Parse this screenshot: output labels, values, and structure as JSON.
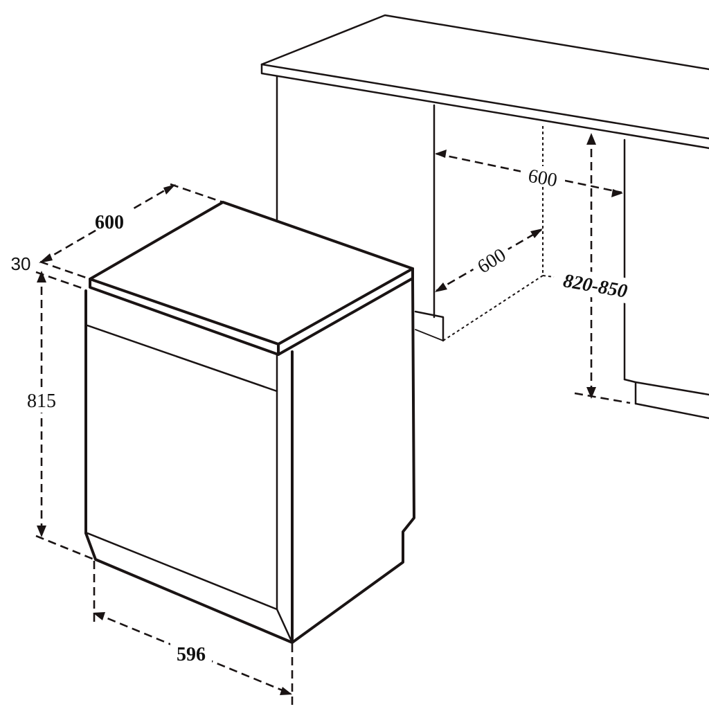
{
  "diagram": {
    "subject": "Freestanding dishwasher installation dimensions",
    "colors": {
      "line": "#1a1414",
      "background": "#ffffff"
    },
    "appliance": {
      "width_label": "596",
      "depth_label": "600",
      "height_label": "815",
      "top_thickness_label": "30"
    },
    "niche": {
      "width_label": "600",
      "depth_label": "600",
      "height_label": "820-850"
    }
  }
}
